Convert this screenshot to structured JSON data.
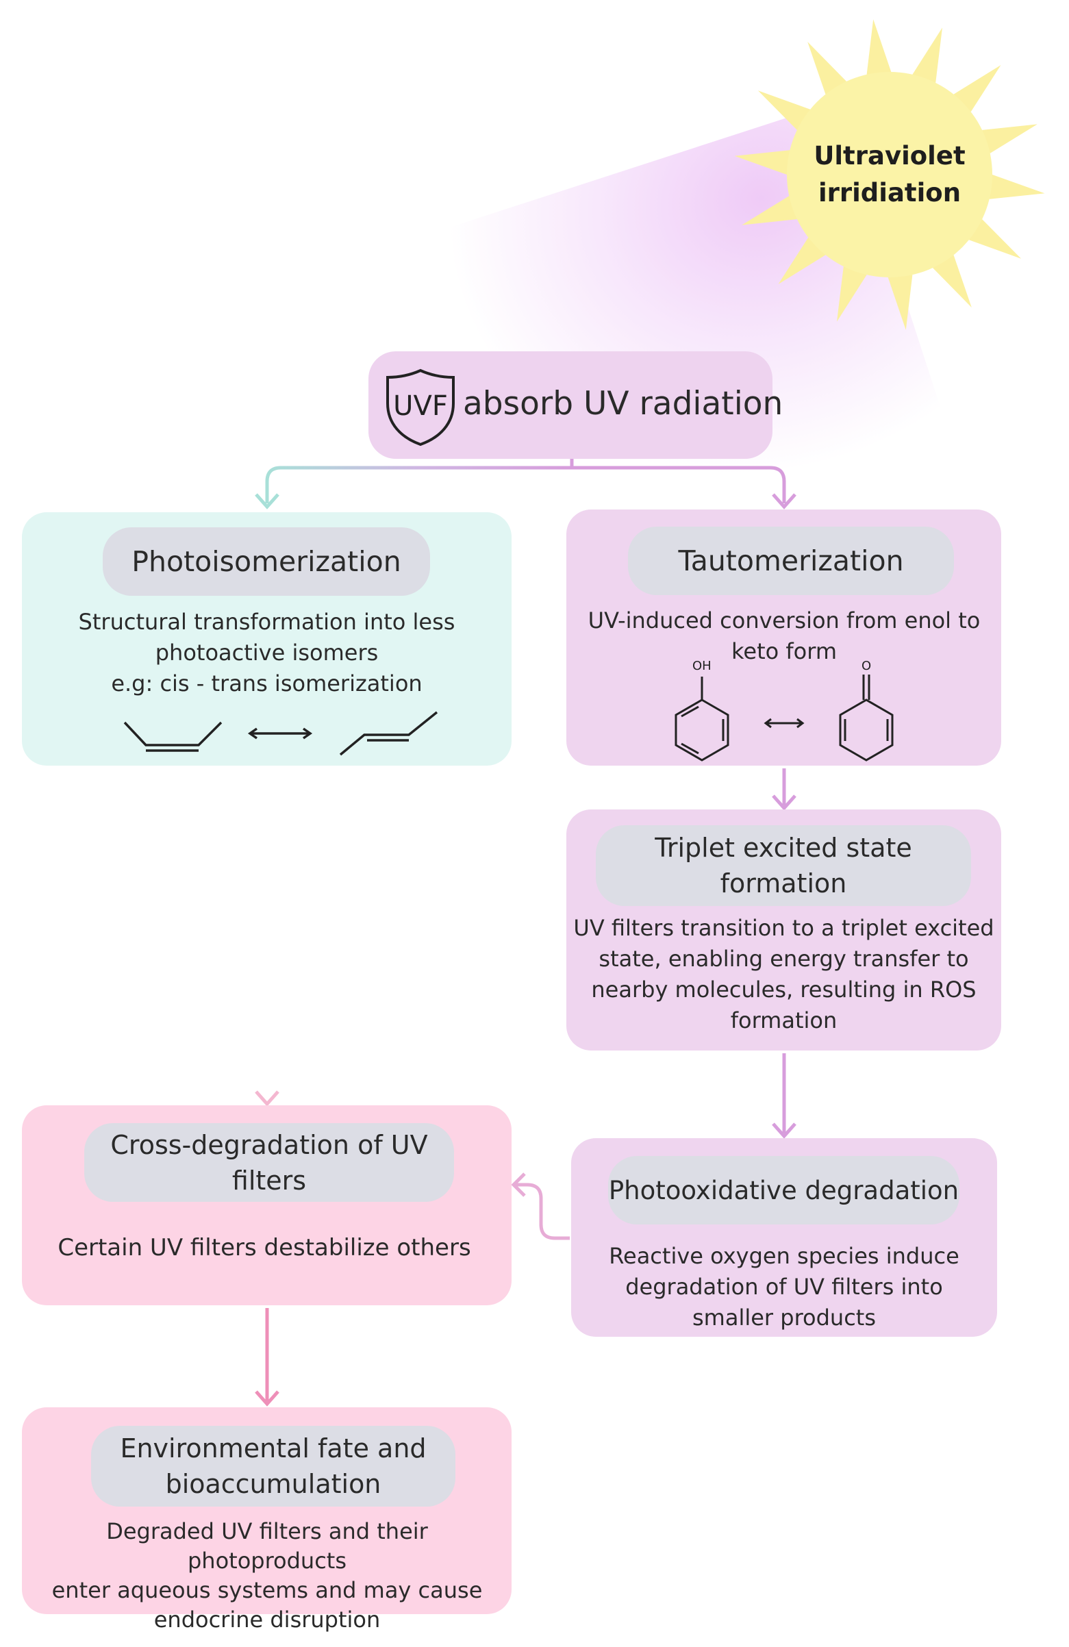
{
  "sun": {
    "label_line1": "Ultraviolet",
    "label_line2": "irridiation"
  },
  "top": {
    "icon_text": "UVF",
    "label": "absorb UV radiation"
  },
  "photoisomerization": {
    "title": "Photoisomerization",
    "line1": "Structural transformation into less",
    "line2": "photoactive isomers",
    "line3": "e.g: cis - trans isomerization"
  },
  "tautomerization": {
    "title": "Tautomerization",
    "line1": "UV-induced conversion from enol to",
    "line2": "keto form",
    "oh_label": "OH",
    "o_label": "O"
  },
  "triplet": {
    "title_line1": "Triplet excited state",
    "title_line2": "formation",
    "line1": "UV filters transition to a triplet excited",
    "line2": "state, enabling energy transfer to",
    "line3": "nearby molecules, resulting in ROS",
    "line4": "formation"
  },
  "cross": {
    "title_line1": "Cross-degradation of UV",
    "title_line2": "filters",
    "line1": "Certain UV filters destabilize others"
  },
  "photooxidative": {
    "title": "Photooxidative degradation",
    "line1": "Reactive oxygen species induce",
    "line2": "degradation of UV filters into",
    "line3": "smaller products"
  },
  "environmental": {
    "title_line1": "Environmental fate and",
    "title_line2": "bioaccumulation",
    "line1": "Degraded UV filters and their photoproducts",
    "line2": "enter aqueous systems and may cause",
    "line3": "endocrine disruption"
  },
  "colors": {
    "teal_box": "#e1f6f3",
    "lavender_box": "#efd5ef",
    "pink_box": "#fdd4e5",
    "pill": "#dcdde5",
    "sun": "#fbf3a7",
    "teal_arrow": "#a8e0d8",
    "lavender_arrow": "#d79ddc",
    "pink_arrow": "#ee8fb8"
  }
}
